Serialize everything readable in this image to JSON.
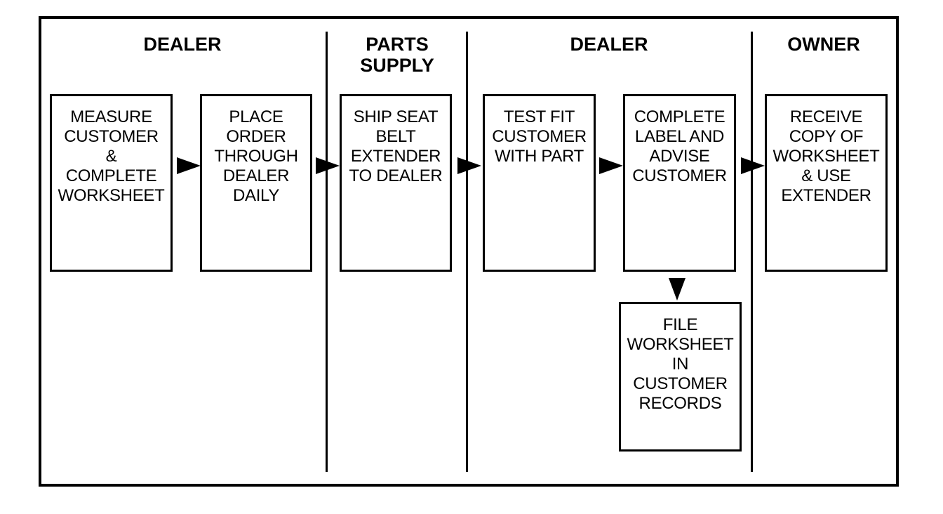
{
  "lanes": [
    {
      "title": "DEALER"
    },
    {
      "title": "PARTS\nSUPPLY"
    },
    {
      "title": "DEALER"
    },
    {
      "title": "OWNER"
    }
  ],
  "steps": [
    {
      "text": "MEASURE\nCUSTOMER\n&\nCOMPLETE\nWORKSHEET"
    },
    {
      "text": "PLACE\nORDER\nTHROUGH\nDEALER\nDAILY"
    },
    {
      "text": "SHIP SEAT\nBELT\nEXTENDER\nTO DEALER"
    },
    {
      "text": "TEST FIT\nCUSTOMER\nWITH PART"
    },
    {
      "text": "COMPLETE\nLABEL AND\nADVISE\nCUSTOMER"
    },
    {
      "text": "RECEIVE\nCOPY OF\nWORKSHEET\n& USE\nEXTENDER"
    },
    {
      "text": "FILE\nWORKSHEET\nIN\nCUSTOMER\nRECORDS"
    }
  ]
}
